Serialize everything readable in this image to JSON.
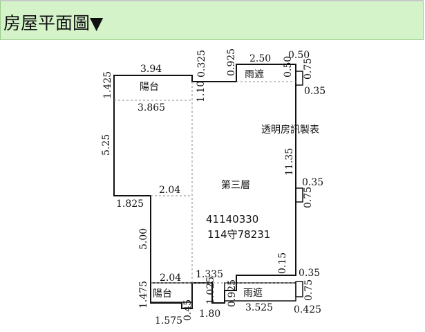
{
  "header": {
    "title": "房屋平面圖▼"
  },
  "plan": {
    "floor": "第三層",
    "code": "41140330",
    "id": "114守78231",
    "watermark": "透明房訊製表",
    "rooms": {
      "balcony_top": "陽台",
      "balcony_bottom": "陽台",
      "canopy_top": "雨遮",
      "canopy_bottom": "雨遮"
    },
    "dims": {
      "d_394": "3.94",
      "d_0325": "0.325",
      "d_0925": "0.925",
      "d_250": "2.50",
      "d_050_top": "0.50",
      "d_050_vert": "0.50",
      "d_075_top": "0.75",
      "d_035_top": "0.35",
      "d_1425": "1.425",
      "d_110": "1.10",
      "d_3865": "3.865",
      "d_525": "5.25",
      "d_1135": "11.35",
      "d_204_mid": "2.04",
      "d_035_mid": "0.35",
      "d_075_mid": "0.75",
      "d_1825": "1.825",
      "d_500": "5.00",
      "d_015": "0.15",
      "d_035_bottom": "0.35",
      "d_204_bottom": "2.04",
      "d_1335": "1.335",
      "d_1475": "1.475",
      "d_1025": "1.025",
      "d_0925_bottom": "0.925",
      "d_075_bottom": "0.75",
      "d_3525": "3.525",
      "d_045": "0.45",
      "d_1575": "1.575",
      "d_180": "1.80",
      "d_0425": "0.425"
    }
  }
}
